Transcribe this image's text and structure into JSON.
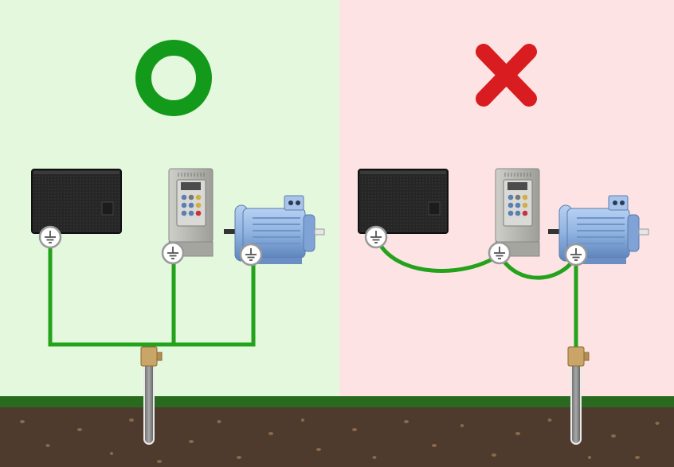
{
  "panels": [
    {
      "id": "correct",
      "verdict": "correct",
      "symbol": "circle-icon",
      "background": "#e3f8dd",
      "symbol_color": "#139a1a"
    },
    {
      "id": "incorrect",
      "verdict": "incorrect",
      "symbol": "cross-icon",
      "background": "#fde3e3",
      "symbol_color": "#d91c20"
    }
  ],
  "colors": {
    "ground_wire": "#23a31b",
    "soil": "#4f3b2d",
    "soil_dots": "#8a6a4d",
    "grass": "#2a6a1f",
    "motor": "#8fb3e0",
    "drive_body": "#b6b6b0",
    "controller_body": "#262626"
  },
  "icons": [
    "ground-symbol-icon",
    "circle-icon",
    "cross-icon"
  ]
}
